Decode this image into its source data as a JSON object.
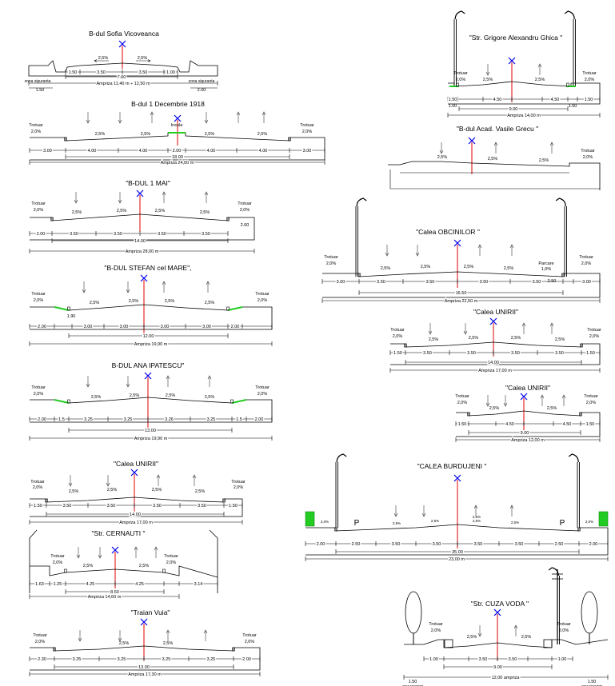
{
  "sections": [
    {
      "id": "sofia",
      "title": "B-dul Sofia Vicoveanca",
      "slopes": [
        "2,5%",
        "2,5%"
      ],
      "dims": [
        "1.50",
        "3.50",
        "3.50",
        "1.00",
        "7.60"
      ],
      "extra": [
        "zona siguranta",
        "zona siguranta",
        "1.50",
        "2.00"
      ],
      "ampriza": "Ampriza 11,40 m ÷ 12,50 m"
    },
    {
      "id": "dec1918",
      "title": "B-dul 1 Decembrie 1918",
      "slopes": [
        "Trotuar",
        "2,0%",
        "2,5%",
        "2,5%",
        "Insula",
        "2,5%",
        "2,5%",
        "Trotuar",
        "2,0%"
      ],
      "dims": [
        "3.00",
        "4.00",
        "4.00",
        "2.00",
        "4.00",
        "4.00",
        "3.00",
        "18.00"
      ],
      "ampriza": "Ampriza 24,00 m"
    },
    {
      "id": "mai1",
      "title": "\"B-DUL 1 MAI\"",
      "slopes": [
        "Trotuar",
        "2,0%",
        "2,5%",
        "2,5%",
        "2,5%",
        "2,5%",
        "Trotuar",
        "2,0%"
      ],
      "dims": [
        "2.00",
        "3.50",
        "3.50",
        "3.50",
        "3.50",
        "2.00",
        "14.00"
      ],
      "ampriza": "Ampriza 28,00 m"
    },
    {
      "id": "stefan",
      "title": "\"B-DUL STEFAN cel MARE\",",
      "slopes": [
        "Trotuar",
        "2,0%",
        "2,5%",
        "2,5%",
        "2,5%",
        "2,5%",
        "Trotuar",
        "2,0%"
      ],
      "dims": [
        "2.00",
        "1.90",
        "3.00",
        "3.00",
        "3.00",
        "3.00",
        "2.00",
        "12.00"
      ],
      "ampriza": "Ampriza 19,90 m"
    },
    {
      "id": "ana",
      "title": "B-DUL ANA IPATESCU\"",
      "slopes": [
        "Trotuar",
        "2,0%",
        "2,5%",
        "2,5%",
        "2,5%",
        "2,5%",
        "Trotuar",
        "2,0%"
      ],
      "dims": [
        "2.00",
        "1.5",
        "3.25",
        "3.25",
        "3.26",
        "3.25",
        "1.5",
        "2.00",
        "13.00"
      ],
      "ampriza": "Ampriza 19,90 m"
    },
    {
      "id": "unirii1",
      "title": "\"Calea UNIRII\"",
      "slopes": [
        "Trotuar",
        "2,0%",
        "2,5%",
        "2,5%",
        "2,5%",
        "2,5%",
        "Trotuar",
        "2,0%"
      ],
      "dims": [
        "1.50",
        "3.50",
        "3.50",
        "3.50",
        "3.50",
        "1.50",
        "14.00"
      ],
      "ampriza": "Ampriza 17,00 m"
    },
    {
      "id": "cernauti",
      "title": "\"Str. CERNAUTI \"",
      "slopes": [
        "Trotuar",
        "2,0%",
        "2,5%",
        "2,5%",
        "Trotuar",
        "2,0%"
      ],
      "dims": [
        "1.63",
        "1.25",
        "4.25",
        "4.25",
        "3.14",
        "8.50"
      ],
      "ampriza": "Ampriza 14,60 m"
    },
    {
      "id": "vuia",
      "title": "\"Traian Vuia\"",
      "slopes": [
        "Trotuar",
        "2,0%",
        "2,5%",
        "2,5%",
        "Trotuar",
        "2,0%"
      ],
      "dims": [
        "2.30",
        "3.25",
        "3.25",
        "3.25",
        "3.25",
        "2.00",
        "13.00"
      ],
      "ampriza": "Ampriza 17,30 m"
    },
    {
      "id": "grigore",
      "title": "\"Str. Grigore Alexandru Ghica \"",
      "slopes": [
        "Trotuar",
        "2,0%",
        "2,5%",
        "2,5%",
        "Trotuar",
        "2,0%"
      ],
      "dims": [
        "1.50",
        "4.50",
        "4.50",
        "1.50",
        "1.00",
        "1.00",
        "9.00"
      ],
      "ampriza": "Ampriza 14,00 m"
    },
    {
      "id": "grecu",
      "title": "\"B-dul Acad. Vasile Grecu \"",
      "slopes": [
        "2,5%",
        "2,5%",
        "2,5%",
        "Trotuar",
        "2,0%"
      ],
      "dims": [],
      "ampriza": ""
    },
    {
      "id": "obcini",
      "title": "\"Calea OBCINILOR \"",
      "slopes": [
        "Trotuar",
        "2,0%",
        "2,5%",
        "2,5%",
        "2,5%",
        "2,5%",
        "Parcare",
        "1,0%",
        "Trotuar",
        "2,0%"
      ],
      "dims": [
        "3.00",
        "3.50",
        "3.50",
        "3.50",
        "3.50",
        "2.50",
        "3.00",
        "16.50"
      ],
      "ampriza": "Ampriza 22,50 m"
    },
    {
      "id": "unirii2",
      "title": "\"Calea UNIRII\"",
      "slopes": [
        "Trotuar",
        "2,0%",
        "2,5%",
        "2,5%",
        "2,5%",
        "2,5%",
        "Trotuar",
        "2,0%"
      ],
      "dims": [
        "1.50",
        "3.50",
        "3.50",
        "3.50",
        "3.50",
        "1.50",
        "14.00"
      ],
      "ampriza": "Ampriza 17,00 m"
    },
    {
      "id": "unirii3",
      "title": "\"Calea UNIRII\"",
      "slopes": [
        "Trotuar",
        "2,0%",
        "2,5%",
        "2,5%",
        "Trotuar",
        "2,0%"
      ],
      "dims": [
        "1.50",
        "4.50",
        "4.50",
        "1.50",
        "9.00"
      ],
      "ampriza": "Ampriza 12,00 m"
    },
    {
      "id": "burdujeni",
      "title": "\"CALEA BURDUJENI \"",
      "slopes": [
        "2,0%",
        "P",
        "2,5%",
        "2,5%",
        "2,5%",
        "2,5%",
        "2,5%",
        "P",
        "2,0%"
      ],
      "dims": [
        "2.00",
        "2.50",
        "3.50",
        "3.50",
        "3.50",
        "3.50",
        "2.50",
        "2.00",
        "35.00"
      ],
      "ampriza": "23,00 m"
    },
    {
      "id": "cuza",
      "title": "\"Str. CUZA VODA \"",
      "slopes": [
        "Trotuar",
        "2,0%",
        "2,5%",
        "2,5%",
        "Trotuar",
        "2,0%"
      ],
      "dims": [
        "1.00",
        "3.50",
        "3.50",
        "1.00",
        "9.00",
        "1.50",
        "1.50"
      ],
      "extra": [
        "zona siguranta",
        "zona siguranta"
      ],
      "ampriza": "12,00 ampriza"
    }
  ]
}
